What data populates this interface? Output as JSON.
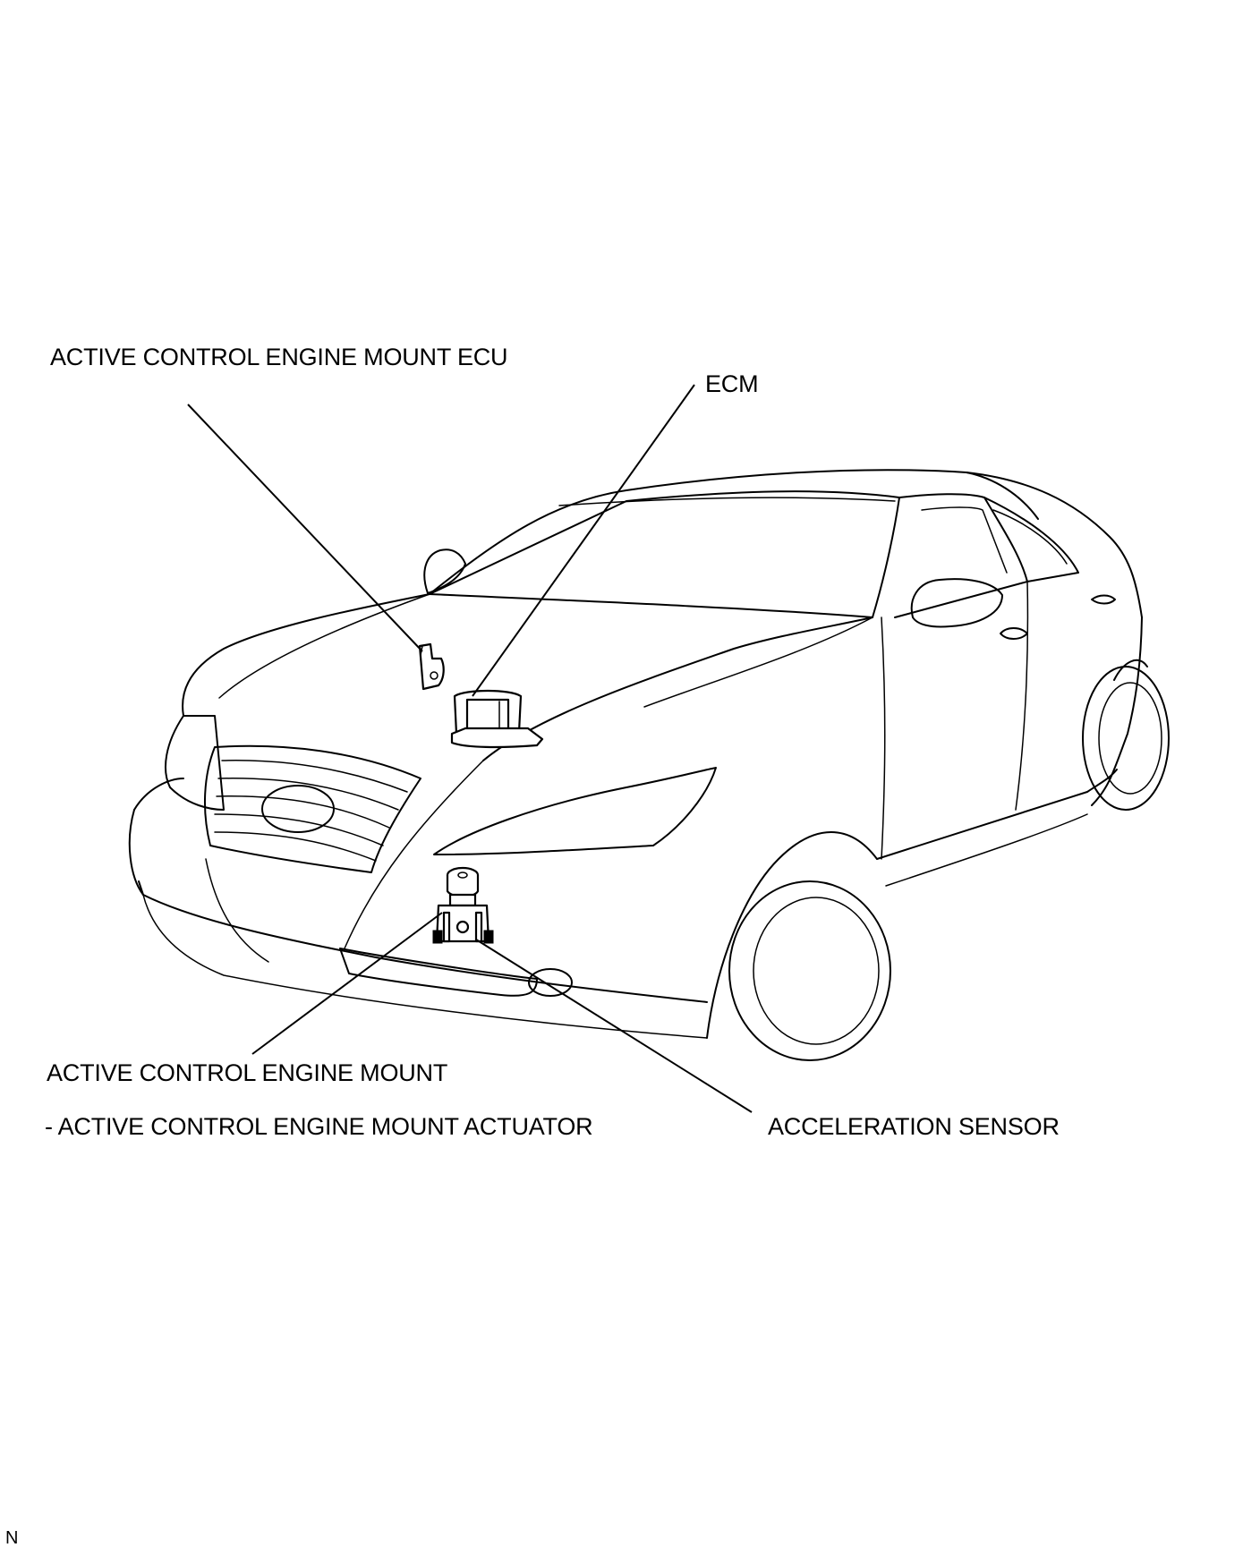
{
  "labels": {
    "ecu": "ACTIVE CONTROL ENGINE MOUNT ECU",
    "ecm": "ECM",
    "mount": "ACTIVE CONTROL ENGINE MOUNT",
    "actuator": "- ACTIVE CONTROL ENGINE MOUNT ACTUATOR",
    "sensor": "ACCELERATION SENSOR"
  },
  "corner_mark": "N",
  "colors": {
    "line": "#000000",
    "background": "#ffffff"
  }
}
